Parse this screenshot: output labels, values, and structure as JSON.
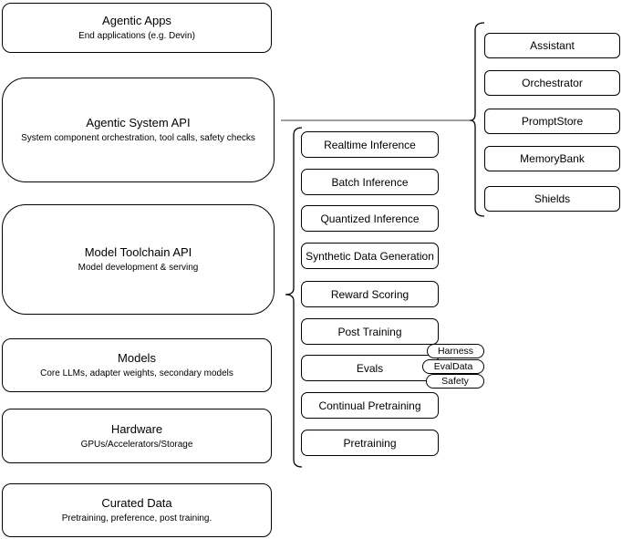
{
  "colors": {
    "background": "#ffffff",
    "node_stroke": "#000000",
    "node_fill": "#ffffff",
    "text": "#000000",
    "connector_line": "#808080",
    "brace_stroke": "#000000"
  },
  "left_stack": [
    {
      "title": "Agentic Apps",
      "subtitle": "End applications (e.g. Devin)"
    },
    {
      "title": "Agentic System API",
      "subtitle": "System component orchestration, tool calls, safety checks"
    },
    {
      "title": "Model Toolchain API",
      "subtitle": "Model development & serving"
    },
    {
      "title": "Models",
      "subtitle": "Core LLMs, adapter weights, secondary models"
    },
    {
      "title": "Hardware",
      "subtitle": "GPUs/Accelerators/Storage"
    },
    {
      "title": "Curated Data",
      "subtitle": "Pretraining, preference, post training."
    }
  ],
  "toolchain_group": {
    "items": [
      "Realtime Inference",
      "Batch Inference",
      "Quantized Inference",
      "Synthetic Data Generation",
      "Reward Scoring",
      "Post Training",
      "Evals",
      "Continual Pretraining",
      "Pretraining"
    ],
    "evals_tags": [
      "Harness",
      "EvalData",
      "Safety"
    ]
  },
  "system_group": {
    "items": [
      "Assistant",
      "Orchestrator",
      "PromptStore",
      "MemoryBank",
      "Shields"
    ]
  },
  "connectors": [
    {
      "type": "line-with-brace",
      "from": "Agentic System API",
      "to_group": "system_group"
    },
    {
      "type": "brace",
      "group": "toolchain_group",
      "points_toward": "Model Toolchain API"
    }
  ]
}
